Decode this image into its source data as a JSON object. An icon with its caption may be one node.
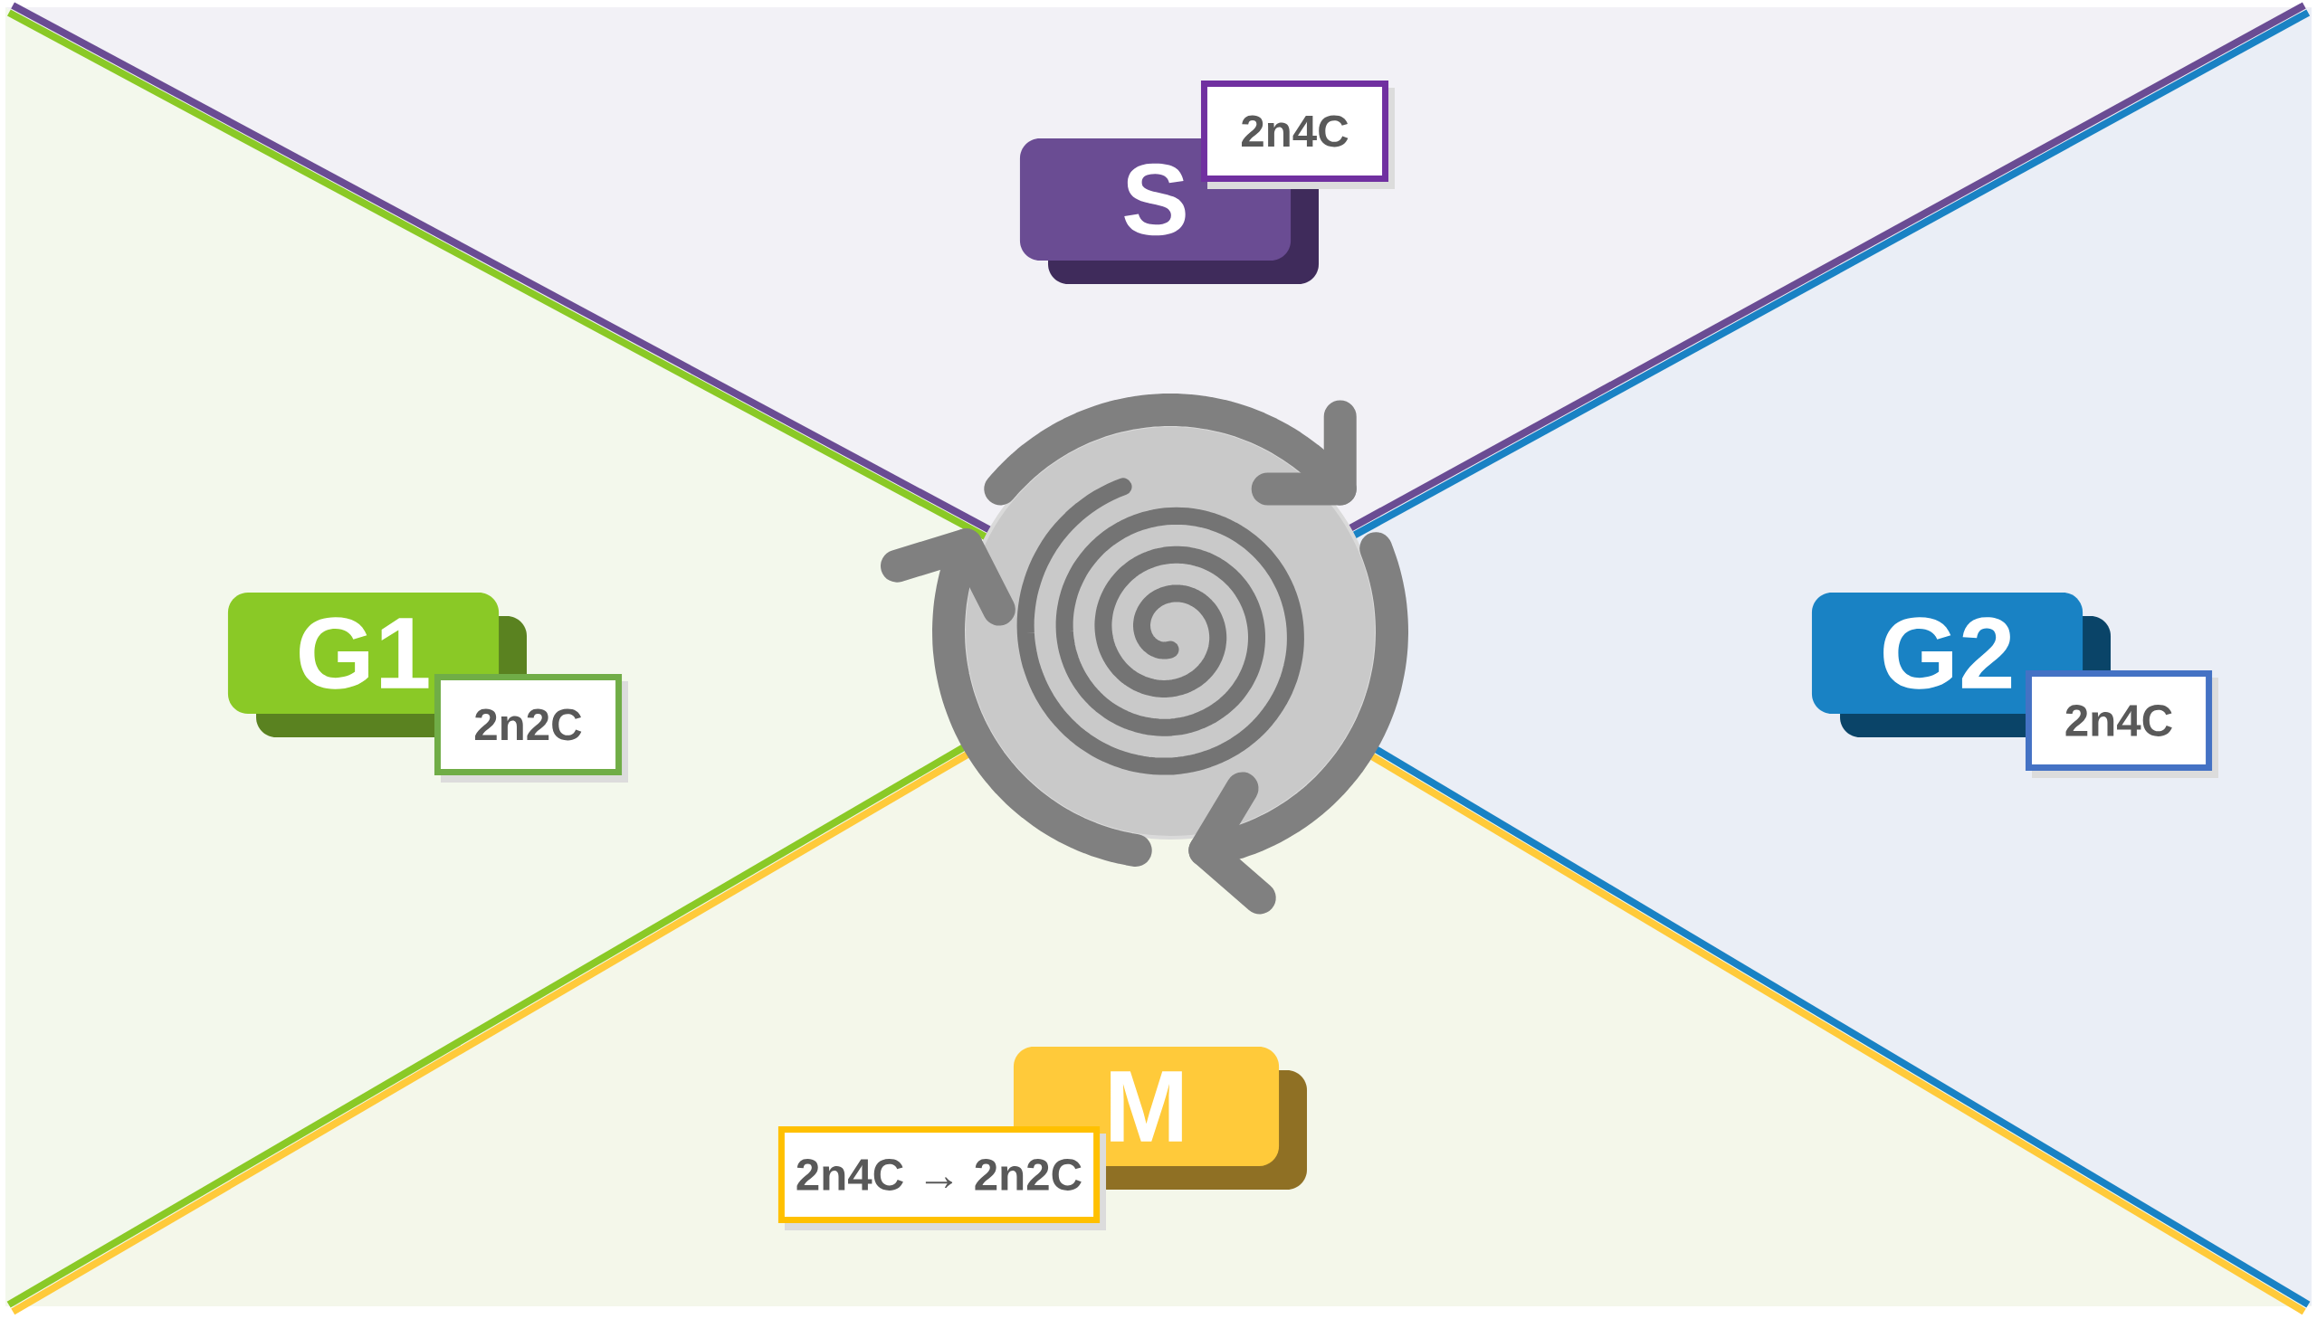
{
  "diagram": {
    "nodes": [
      {
        "text": [
          "S"
        ]
      },
      {
        "text": [
          "2n4C"
        ]
      },
      {
        "text": [
          "G1"
        ]
      },
      {
        "text": [
          "2n2C"
        ]
      },
      {
        "text": [
          "G2"
        ]
      },
      {
        "text": [
          "2n4C"
        ]
      },
      {
        "text": [
          "M"
        ]
      },
      {
        "text": [
          "2n4C → 2n2C"
        ]
      }
    ]
  }
}
